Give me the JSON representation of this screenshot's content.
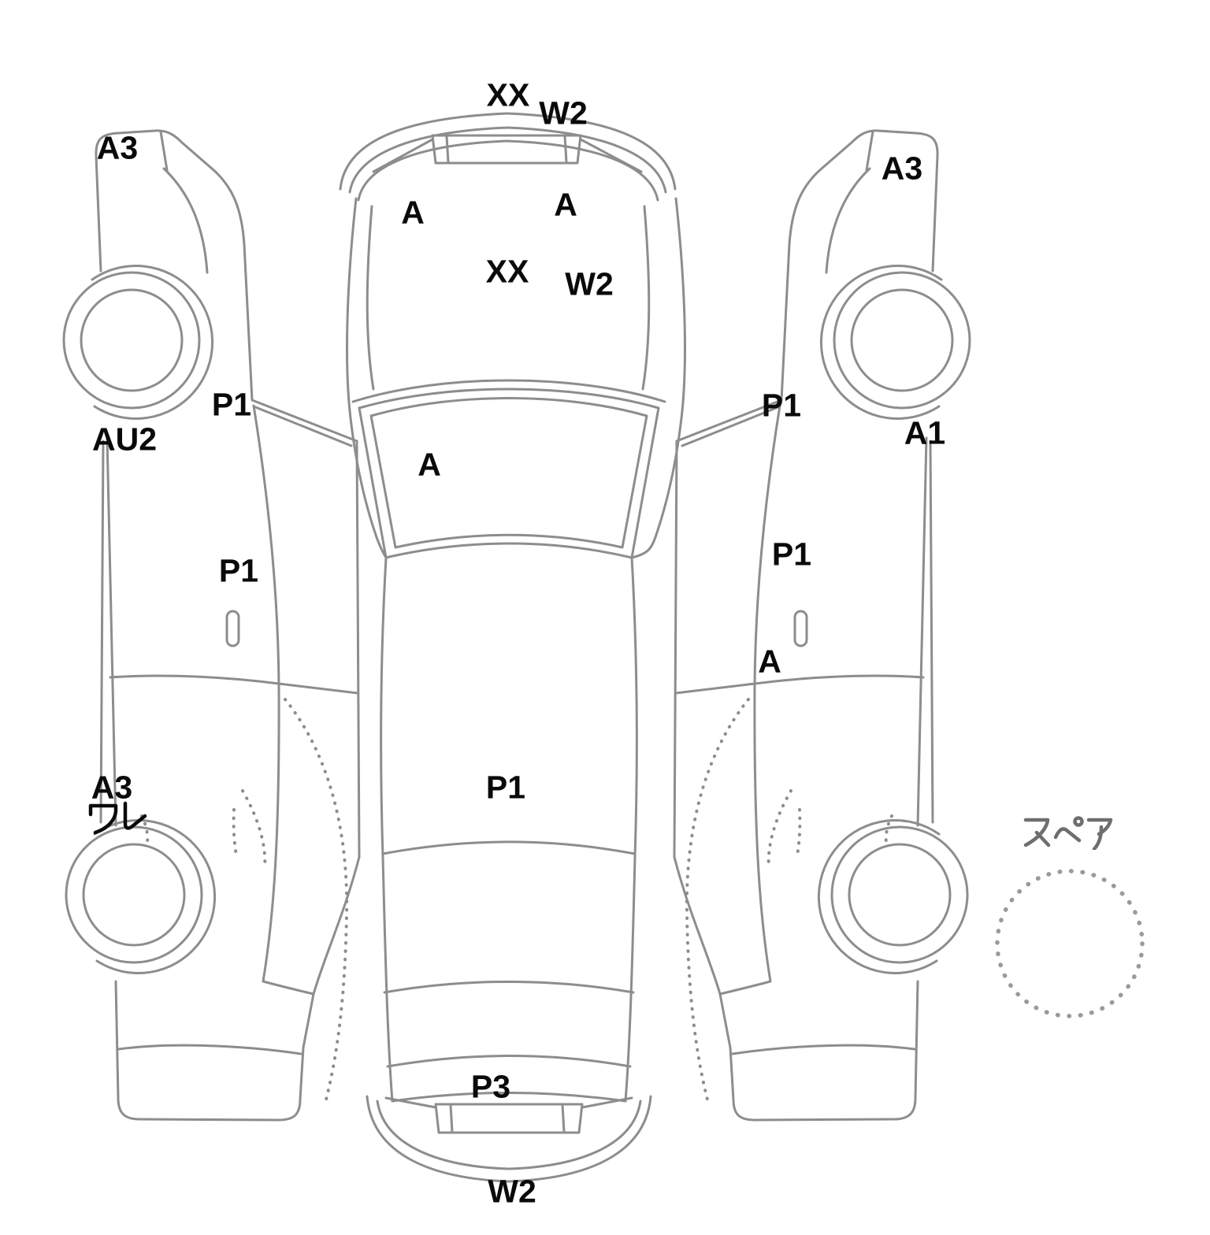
{
  "diagram": {
    "kind": "vehicle-condition-damage-map",
    "line_color": "#8d8d8d",
    "label_color": "#0a0a0a",
    "labels": [
      {
        "id": "front-glass-xx",
        "text": "XX"
      },
      {
        "id": "front-glass-w2",
        "text": "W2"
      },
      {
        "id": "left-front-bumper-a3",
        "text": "A3"
      },
      {
        "id": "right-front-bumper-a3",
        "text": "A3"
      },
      {
        "id": "hood-left-a",
        "text": "A"
      },
      {
        "id": "hood-right-a",
        "text": "A"
      },
      {
        "id": "hood-xx",
        "text": "XX"
      },
      {
        "id": "hood-w2",
        "text": "W2"
      },
      {
        "id": "left-fender-p1",
        "text": "P1"
      },
      {
        "id": "right-fender-p1",
        "text": "P1"
      },
      {
        "id": "left-door-au2",
        "text": "AU2"
      },
      {
        "id": "right-door-a1",
        "text": "A1"
      },
      {
        "id": "windshield-a",
        "text": "A"
      },
      {
        "id": "left-door-p1",
        "text": "P1"
      },
      {
        "id": "right-door-p1",
        "text": "P1"
      },
      {
        "id": "right-door-a",
        "text": "A"
      },
      {
        "id": "left-quarter-a3",
        "text": "A3"
      },
      {
        "id": "left-quarter-crack",
        "text": "ワレ"
      },
      {
        "id": "roof-p1",
        "text": "P1"
      },
      {
        "id": "rear-p3",
        "text": "P3"
      },
      {
        "id": "rear-bumper-w2",
        "text": "W2"
      },
      {
        "id": "spare-tire",
        "text": "スペア"
      }
    ]
  }
}
